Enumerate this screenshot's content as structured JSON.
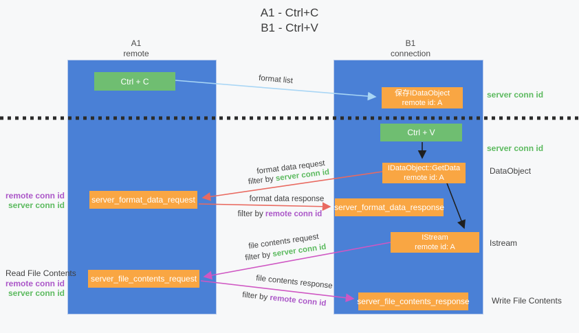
{
  "colors": {
    "background": "#f7f8f9",
    "column_blue": "#4a80d6",
    "box_green": "#6fbe71",
    "box_orange": "#f9a643",
    "arrow_blue": "#a9d6f5",
    "arrow_red": "#e96a60",
    "arrow_magenta": "#cf57c3",
    "arrow_black": "#1f1f1f",
    "label_green": "#5cba5f",
    "label_purple": "#ab57c8",
    "text_dark": "#3f3f3f"
  },
  "title": {
    "line1": "A1 - Ctrl+C",
    "line2": "B1 - Ctrl+V"
  },
  "columns": {
    "left": {
      "name": "A1",
      "subtitle": "remote"
    },
    "right": {
      "name": "B1",
      "subtitle": "connection"
    }
  },
  "boxes": {
    "ctrl_c": "Ctrl + C",
    "ctrl_v": "Ctrl + V",
    "save_idataobject": {
      "line1": "保存IDataObject",
      "line2": "remote id: A"
    },
    "getdata": {
      "line1": "IDataObject::GetData",
      "line2": "remote id: A"
    },
    "istream": {
      "line1": "IStream",
      "line2": "remote id: A"
    },
    "format_request": "server_format_data_request",
    "format_response": "server_format_data_response",
    "file_request": "server_file_contents_request",
    "file_response": "server_file_contents_response"
  },
  "arrow_labels": {
    "format_list": "format list",
    "format_data_request": "format data request",
    "format_data_response": "format data response",
    "file_contents_request": "file contents request",
    "file_contents_response": "file contents response",
    "filter_by": "filter by ",
    "server_conn_id": "server conn id",
    "remote_conn_id": "remote conn id"
  },
  "side_labels": {
    "server_conn_id": "server conn id",
    "remote_conn_id": "remote conn id",
    "dataobject": "DataObject",
    "istream": "Istream",
    "read_file_contents": "Read File Contents",
    "write_file_contents": "Write File Contents"
  }
}
